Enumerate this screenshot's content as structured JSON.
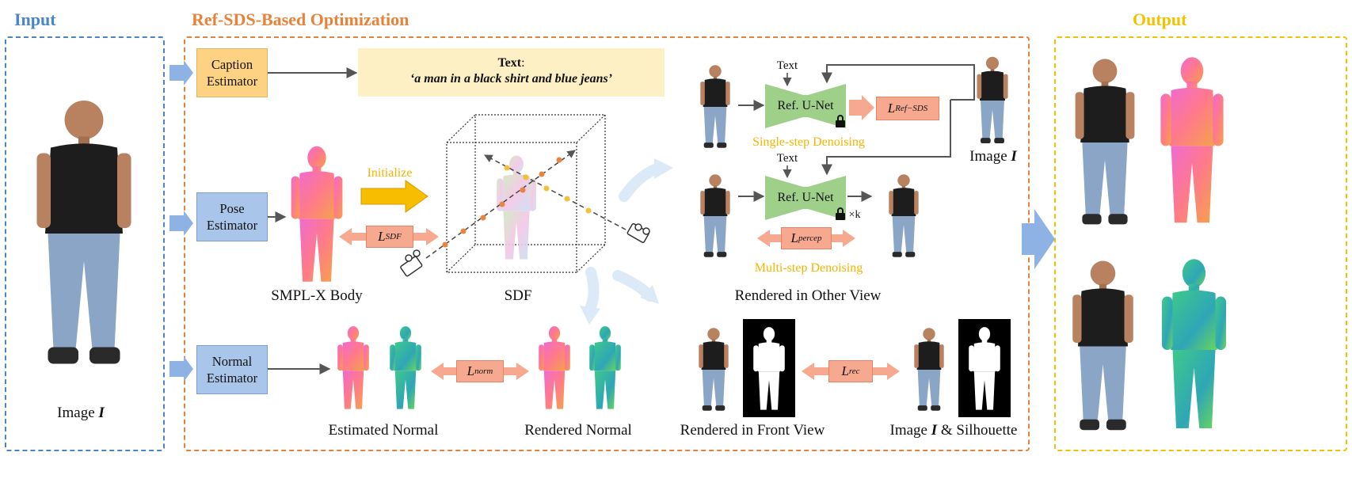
{
  "headers": {
    "input": "Input",
    "opt": "Ref-SDS-Based Optimization",
    "output": "Output"
  },
  "estimators": {
    "caption": "Caption Estimator",
    "pose": "Pose Estimator",
    "normal": "Normal Estimator"
  },
  "text_box": {
    "title": "Text",
    "colon": ":",
    "caption": "‘a man in a black shirt and blue jeans’"
  },
  "unet": {
    "label": "Ref. U-Net",
    "text_top": "Text",
    "text_mid": "Text",
    "times_k": "×k"
  },
  "losses": {
    "sdf": {
      "base": "L",
      "sub": "SDF"
    },
    "ref_sds": {
      "base": "L",
      "sub": "Ref−SDS"
    },
    "percep": {
      "base": "L",
      "sub": "percep"
    },
    "norm": {
      "base": "L",
      "sub": "norm"
    },
    "rec": {
      "base": "L",
      "sub": "rec"
    }
  },
  "labels": {
    "initialize": "Initialize",
    "single_step": "Single-step Denoising",
    "multi_step": "Multi-step Denoising",
    "smplx": "SMPL-X Body",
    "sdf": "SDF",
    "other_view": "Rendered in Other View",
    "image_prefix": "Image",
    "image_i": "I",
    "image_right_prefix": "Image",
    "image_right_i": "I",
    "est_normal": "Estimated Normal",
    "rend_normal": "Rendered Normal",
    "front_view": "Rendered in Front View",
    "image_sil_prefix": "Image",
    "image_sil_i": "I",
    "image_sil_suffix": "& Silhouette"
  },
  "colors": {
    "input": "#4a86c5",
    "opt": "#e8823a",
    "output": "#f2c200",
    "gold": "#f4b400",
    "unet": "#9fd08a",
    "loss": "#f6a98f"
  }
}
